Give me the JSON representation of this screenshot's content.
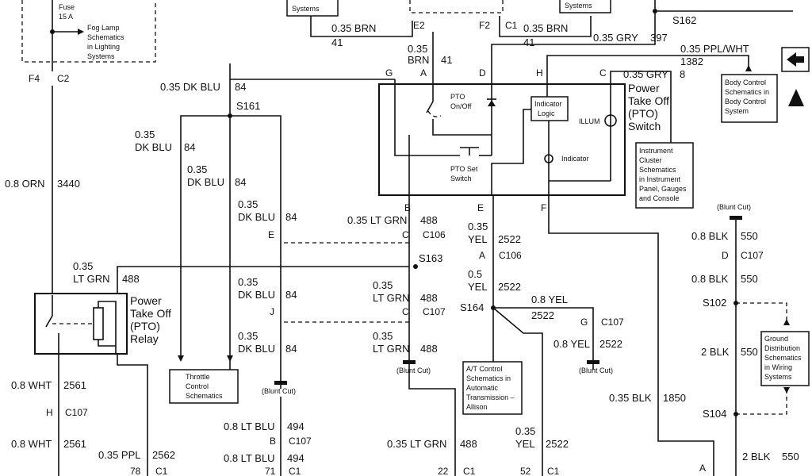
{
  "fuse": {
    "line1": "Fuse",
    "line2": "15 A",
    "fog1": "Fog Lamp",
    "fog2": "Schematics",
    "fog3": "in Lighting",
    "fog4": "Systems",
    "c_f4": "F4",
    "c_c2": "C2",
    "w_orn": "0.8 ORN",
    "n_3440": "3440"
  },
  "top": {
    "wiring": "Systems",
    "systems": "Systems",
    "brn1": "0.35 BRN",
    "n41a": "41",
    "e2": "E2",
    "f2": "F2",
    "c1": "C1",
    "brn2": "0.35 BRN",
    "n41b": "41",
    "s162": "S162",
    "gry1": "0.35 GRY",
    "n397": "397",
    "brn3a": "0.35",
    "brn3b": "BRN",
    "n41c": "41",
    "ppl": "0.35 PPL/WHT",
    "n1382": "1382",
    "gry2": "0.35 GRY",
    "n8": "8"
  },
  "bcm": {
    "l1": "Body Control",
    "l2": "Schematics in",
    "l3": "Body Control",
    "l4": "System"
  },
  "pto_switch": {
    "t1": "Power",
    "t2": "Take Off",
    "t3": "(PTO)",
    "t4": "Switch",
    "g": "G",
    "a": "A",
    "d": "D",
    "h": "H",
    "c": "C",
    "b": "B",
    "e": "E",
    "f": "F",
    "onoff1": "PTO",
    "onoff2": "On/Off",
    "logic1": "Indicator",
    "logic2": "Logic",
    "illum": "ILLUM",
    "indicator": "Indicator",
    "set1": "PTO Set",
    "set2": "Switch"
  },
  "ipc": {
    "l1": "Instrument",
    "l2": "Cluster",
    "l3": "Schematics",
    "l4": "in Instrument",
    "l5": "Panel, Gauges",
    "l6": "and Console"
  },
  "left": {
    "dkblu_top": "0.35 DK BLU",
    "n84a": "84",
    "s161": "S161",
    "dkblu2a": "0.35",
    "dkblu2b": "DK BLU",
    "n84b": "84",
    "dkblu3a": "0.35",
    "dkblu3b": "DK BLU",
    "n84c": "84",
    "dkblu4a": "0.35",
    "dkblu4b": "DK BLU",
    "n84d": "84",
    "e": "E",
    "ltgrn1": "0.35 LT GRN",
    "n488a": "488",
    "c": "C",
    "c106": "C106",
    "s163": "S163",
    "ltgrn2a": "0.35",
    "ltgrn2b": "LT GRN",
    "n488b": "488",
    "dkblu5a": "0.35",
    "dkblu5b": "DK BLU",
    "n84e": "84",
    "ltgrn3a": "0.35",
    "ltgrn3b": "LT GRN",
    "n488c": "488",
    "j": "J",
    "c2": "C",
    "c107": "C107",
    "dkblu6a": "0.35",
    "dkblu6b": "DK BLU",
    "n84f": "84",
    "ltgrn4a": "0.35",
    "ltgrn4b": "LT GRN",
    "n488d": "488",
    "blunt1": "(Blunt Cut)",
    "blunt2": "(Blunt Cut)"
  },
  "relay": {
    "t1": "Power",
    "t2": "Take Off",
    "t3": "(PTO)",
    "t4": "Relay"
  },
  "throttle": {
    "l1": "Throttle",
    "l2": "Control",
    "l3": "Schematics"
  },
  "yel": {
    "y1a": "0.35",
    "y1b": "YEL",
    "n2522a": "2522",
    "a": "A",
    "c106": "C106",
    "y2a": "0.5",
    "y2b": "YEL",
    "n2522b": "2522",
    "s164": "S164",
    "y3": "0.8 YEL",
    "n2522c": "2522",
    "g": "G",
    "c107": "C107",
    "y4": "0.8 YEL",
    "n2522d": "2522",
    "blunt": "(Blunt Cut)",
    "y5a": "0.35",
    "y5b": "YEL",
    "n2522e": "2522",
    "n52": "52",
    "c1": "C1"
  },
  "at": {
    "l1": "A/T Control",
    "l2": "Schematics in",
    "l3": "Automatic",
    "l4": "Transmission –",
    "l5": "Allison"
  },
  "right": {
    "blunt": "(Blunt Cut)",
    "blk1": "0.8 BLK",
    "n550a": "550",
    "d": "D",
    "c107": "C107",
    "blk2": "0.8 BLK",
    "n550b": "550",
    "s102": "S102",
    "blk3": "2 BLK",
    "n550c": "550",
    "s104": "S104",
    "blk4": "2 BLK",
    "n550d": "550",
    "a": "A",
    "blk5": "0.35 BLK",
    "n1850": "1850"
  },
  "ground": {
    "l1": "Ground",
    "l2": "Distribution",
    "l3": "Schematics",
    "l4": "in Wiring",
    "l5": "Systems"
  },
  "bottom": {
    "wht1": "0.8 WHT",
    "n2561a": "2561",
    "h": "H",
    "c107": "C107",
    "wht2": "0.8 WHT",
    "n2561b": "2561",
    "ppl": "0.35 PPL",
    "n2562": "2562",
    "n78": "78",
    "c1a": "C1",
    "ltblu1": "0.8 LT BLU",
    "n494a": "494",
    "b": "B",
    "c107b": "C107",
    "ltblu2": "0.8 LT BLU",
    "n494b": "494",
    "n71": "71",
    "c1b": "C1",
    "ltgrn": "0.35 LT GRN",
    "n488": "488",
    "n22": "22",
    "c1c": "C1"
  }
}
